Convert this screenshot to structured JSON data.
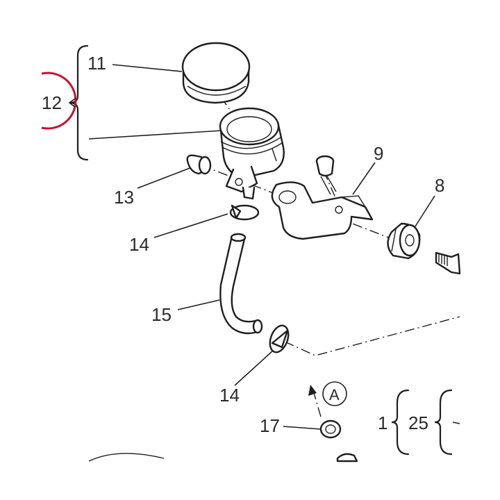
{
  "labels": {
    "p1": "1",
    "p8": "8",
    "p9": "9",
    "p11": "11",
    "p12": "12",
    "p13": "13",
    "p14a": "14",
    "p14b": "14",
    "p15": "15",
    "p17": "17",
    "p25": "25",
    "ref_a": "A"
  },
  "highlight": {
    "color": "#c8102e",
    "target": "12"
  },
  "line_color": "#1e1e1e"
}
